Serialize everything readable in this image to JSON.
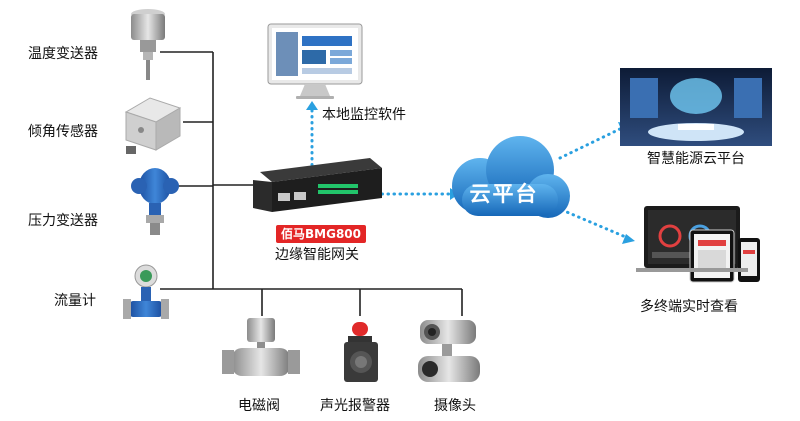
{
  "sensors": [
    {
      "label": "温度变送器",
      "icon": "temperature-transmitter-icon"
    },
    {
      "label": "倾角传感器",
      "icon": "tilt-sensor-icon"
    },
    {
      "label": "压力变送器",
      "icon": "pressure-transmitter-icon"
    },
    {
      "label": "流量计",
      "icon": "flowmeter-icon"
    }
  ],
  "actuators": [
    {
      "label": "电磁阀",
      "icon": "solenoid-valve-icon"
    },
    {
      "label": "声光报警器",
      "icon": "alarm-light-icon"
    },
    {
      "label": "摄像头",
      "icon": "camera-icon"
    }
  ],
  "gateway": {
    "brand": "佰马BMG800",
    "label": "边缘智能网关"
  },
  "local_software": {
    "label": "本地监控软件"
  },
  "cloud": {
    "label": "云平台"
  },
  "outputs": [
    {
      "label": "智慧能源云平台",
      "icon": "energy-cloud-dashboard-icon"
    },
    {
      "label": "多终端实时查看",
      "icon": "multi-device-icon"
    }
  ],
  "colors": {
    "accent_cloud": "#1f7fd0",
    "dotted_link": "#2aa0e0",
    "brand_red": "#e32626",
    "wire": "#222222"
  }
}
